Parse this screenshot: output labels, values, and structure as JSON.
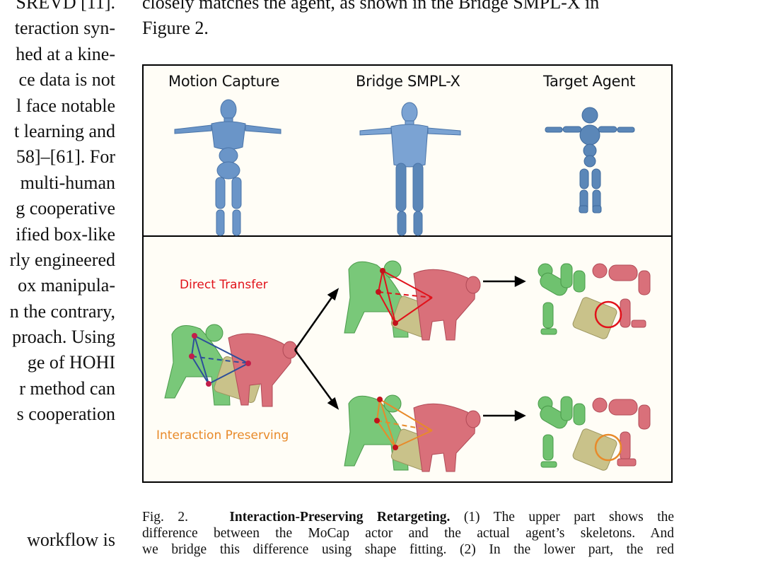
{
  "left_column_top": [
    "SREVD [11].",
    "teraction syn-",
    "hed at a kine-",
    "ce data is not",
    "l face notable",
    "t learning and",
    "58]–[61]. For",
    "multi-human",
    "g cooperative",
    "ified box-like",
    "rly engineered",
    "ox manipula-",
    "n the contrary,",
    "proach. Using",
    "ge of HOHI",
    "r method can",
    "s cooperation"
  ],
  "left_column_bottom": [
    "workflow is",
    "..."
  ],
  "right_column_top": [
    "closely matches the agent, as shown in the Bridge SMPL-X in",
    "Figure 2."
  ],
  "figure": {
    "headers": {
      "mocap": "Motion Capture",
      "bridge": "Bridge SMPL-X",
      "agent": "Target Agent"
    },
    "labels": {
      "direct": "Direct Transfer",
      "interaction": "Interaction Preserving"
    },
    "colors": {
      "background": "#fffdf6",
      "skeleton_blue": "#5b87b8",
      "green": "#6fc26f",
      "red_body": "#d9707a",
      "box": "#c9c28a",
      "direct_red": "#e1121b",
      "interaction_orange": "#e88a2a",
      "source_blue": "#2d4f9a"
    }
  },
  "caption": {
    "fig_label": "Fig. 2.",
    "title": "Interaction-Preserving Retargeting.",
    "line1_rest": "(1) The upper part shows the",
    "line2": "difference between the MoCap actor and the actual agent’s skeletons. And",
    "line3": "we bridge this difference using shape fitting. (2) In the lower part, the red"
  }
}
